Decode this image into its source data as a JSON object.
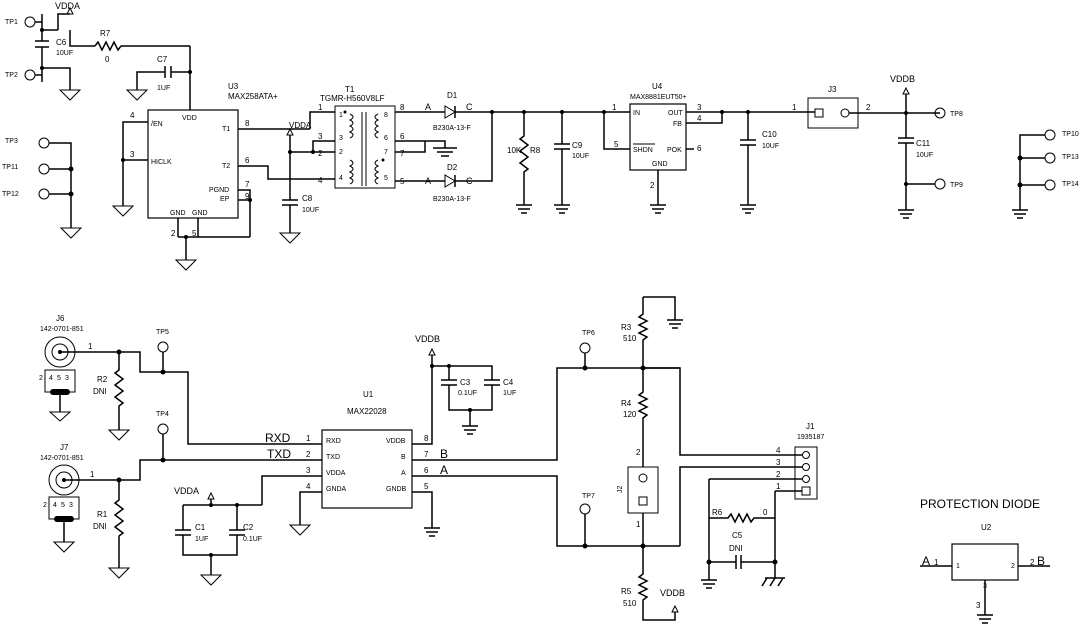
{
  "title": "PROTECTION DIODE",
  "nets": {
    "vdda": "VDDA",
    "vddb": "VDDB",
    "rxd": "RXD",
    "txd": "TXD",
    "a": "A",
    "b": "B"
  },
  "test_points": {
    "tp1": "TP1",
    "tp2": "TP2",
    "tp3": "TP3",
    "tp11": "TP11",
    "tp12": "TP12",
    "tp4": "TP4",
    "tp5": "TP5",
    "tp6": "TP6",
    "tp7": "TP7",
    "tp8": "TP8",
    "tp9": "TP9",
    "tp10": "TP10",
    "tp13": "TP13",
    "tp14": "TP14"
  },
  "components": {
    "u3": {
      "ref": "U3",
      "part": "MAX258ATA+",
      "pins": {
        "en": "/EN",
        "vdd": "VDD",
        "hiclk": "HICLK",
        "t1": "T1",
        "t2": "T2",
        "pgnd": "PGND",
        "ep": "EP",
        "gnd1": "GND",
        "gnd2": "GND"
      },
      "pin_numbers": {
        "en": "4",
        "hiclk": "3",
        "t1": "8",
        "t2": "6",
        "pgnd": "7",
        "ep": "9",
        "gnd1": "2",
        "gnd2": "5"
      }
    },
    "t1": {
      "ref": "T1",
      "part": "TGMR-H560V8LF",
      "pins": {
        "p1": "1",
        "p3": "3",
        "p2": "2",
        "p4": "4",
        "p8": "8",
        "p6": "6",
        "p7": "7",
        "p5": "5"
      }
    },
    "d1": {
      "ref": "D1",
      "part": "B230A-13-F",
      "anode": "A",
      "cathode": "C"
    },
    "d2": {
      "ref": "D2",
      "part": "B230A-13-F",
      "anode": "A",
      "cathode": "C"
    },
    "r7": {
      "ref": "R7",
      "value": "0"
    },
    "r8": {
      "ref": "R8",
      "value": "10K"
    },
    "c6": {
      "ref": "C6",
      "value": "10UF"
    },
    "c7": {
      "ref": "C7",
      "value": "1UF"
    },
    "c8": {
      "ref": "C8",
      "value": "10UF"
    },
    "c9": {
      "ref": "C9",
      "value": "10UF"
    },
    "c10": {
      "ref": "C10",
      "value": "10UF"
    },
    "c11": {
      "ref": "C11",
      "value": "10UF"
    },
    "u4": {
      "ref": "U4",
      "part": "MAX8881EUT50+",
      "pins": {
        "in": "IN",
        "out": "OUT",
        "fb": "FB",
        "shdn": "SHDN",
        "pok": "POK",
        "gnd": "GND"
      },
      "pin_numbers": {
        "in": "1",
        "out": "3",
        "fb": "4",
        "shdn": "5",
        "pok": "6",
        "gnd": "2"
      }
    },
    "j3": {
      "ref": "J3",
      "pin1": "1",
      "pin2": "2"
    },
    "j6": {
      "ref": "J6",
      "part": "142-0701-851",
      "pin1": "1",
      "pins": [
        "2",
        "4",
        "5",
        "3"
      ]
    },
    "j7": {
      "ref": "J7",
      "part": "142-0701-851",
      "pin1": "1",
      "pins": [
        "2",
        "4",
        "5",
        "3"
      ]
    },
    "r2": {
      "ref": "R2",
      "value": "DNI"
    },
    "r1": {
      "ref": "R1",
      "value": "DNI"
    },
    "u1": {
      "ref": "U1",
      "part": "MAX22028",
      "pins": {
        "rxd": "RXD",
        "txd": "TXD",
        "vdda": "VDDA",
        "gnda": "GNDA",
        "vddb": "VDDB",
        "b": "B",
        "a": "A",
        "gndb": "GNDB"
      },
      "pin_numbers": {
        "rxd": "1",
        "txd": "2",
        "vdda": "3",
        "gnda": "4",
        "vddb": "8",
        "b": "7",
        "a": "6",
        "gndb": "5"
      }
    },
    "c1": {
      "ref": "C1",
      "value": "1UF"
    },
    "c2": {
      "ref": "C2",
      "value": "0.1UF"
    },
    "c3": {
      "ref": "C3",
      "value": "0.1UF"
    },
    "c4": {
      "ref": "C4",
      "value": "1UF"
    },
    "r3": {
      "ref": "R3",
      "value": "510"
    },
    "r4": {
      "ref": "R4",
      "value": "120"
    },
    "r5": {
      "ref": "R5",
      "value": "510"
    },
    "r6": {
      "ref": "R6",
      "value": "0"
    },
    "c5": {
      "ref": "C5",
      "value": "DNI"
    },
    "j2": {
      "ref": "J2",
      "pin1": "1",
      "pin2": "2"
    },
    "j1": {
      "ref": "J1",
      "part": "1935187",
      "pins": [
        "4",
        "3",
        "2",
        "1"
      ]
    },
    "u2": {
      "ref": "U2",
      "pin1": "1",
      "pin2": "2",
      "pin3": "3",
      "label_a": "A",
      "label_b": "B"
    }
  }
}
